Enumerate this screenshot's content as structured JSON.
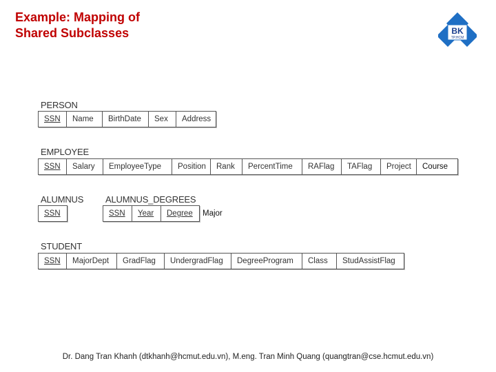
{
  "title": {
    "line1": "Example: Mapping of",
    "line2": "Shared Subclasses"
  },
  "logo": {
    "text": "BK",
    "subtext": "TP.HCM"
  },
  "person": {
    "label": "PERSON",
    "attributes": [
      "SSN",
      "Name",
      "BirthDate",
      "Sex",
      "Address"
    ]
  },
  "employee": {
    "label": "EMPLOYEE",
    "attributes": [
      "SSN",
      "Salary",
      "EmployeeType",
      "Position",
      "Rank",
      "PercentTime",
      "RAFlag",
      "TAFlag",
      "Project"
    ],
    "extra": "Course"
  },
  "alumnus": {
    "label": "ALUMNUS",
    "attributes": [
      "SSN"
    ]
  },
  "alumnus_degrees": {
    "label": "ALUMNUS_DEGREES",
    "attributes": [
      "SSN",
      "Year",
      "Degree"
    ],
    "extra": "Major"
  },
  "student": {
    "label": "STUDENT",
    "attributes": [
      "SSN",
      "MajorDept",
      "GradFlag",
      "UndergradFlag",
      "DegreeProgram",
      "Class",
      "StudAssistFlag"
    ]
  },
  "footer": "Dr. Dang Tran Khanh (dtkhanh@hcmut.edu.vn), M.eng. Tran Minh Quang (quangtran@cse.hcmut.edu.vn)"
}
